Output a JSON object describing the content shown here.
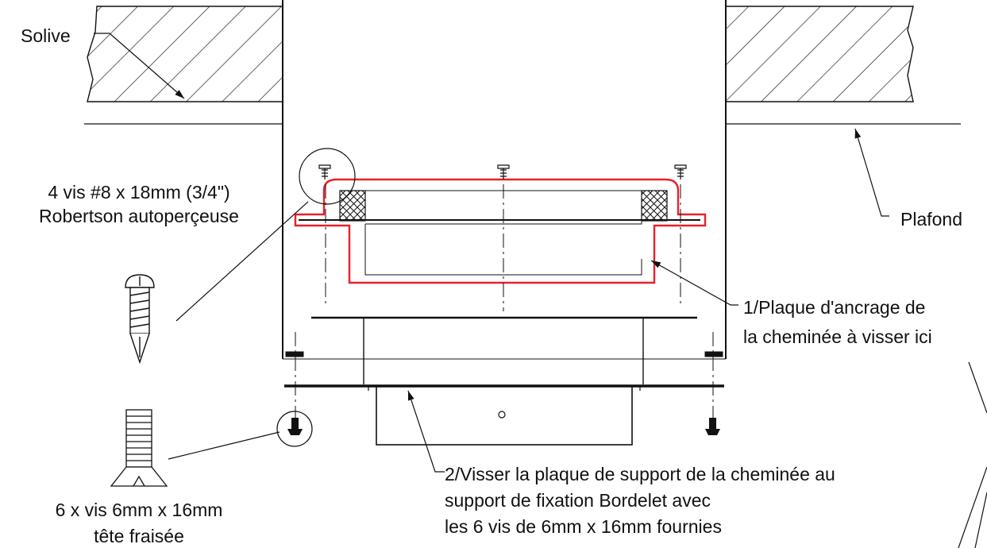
{
  "labels": {
    "solive": "Solive",
    "plafond": "Plafond",
    "screws_line1": "4 vis #8 x 18mm (3/4\")",
    "screws_line2": "Robertson autoperçeuse",
    "anchor_line1": "1/Plaque d'ancrage de",
    "anchor_line2": "la cheminée à visser ici",
    "support_line1": "2/Visser la plaque de support de la cheminée au",
    "support_line2": "support de fixation Bordelet avec",
    "support_line3": "les 6 vis de 6mm x 16mm fournies",
    "bolt_line1": "6 x vis 6mm x 16mm",
    "bolt_line2": "tête fraisée"
  },
  "colors": {
    "line": "#111111",
    "highlight": "#e8202a"
  }
}
